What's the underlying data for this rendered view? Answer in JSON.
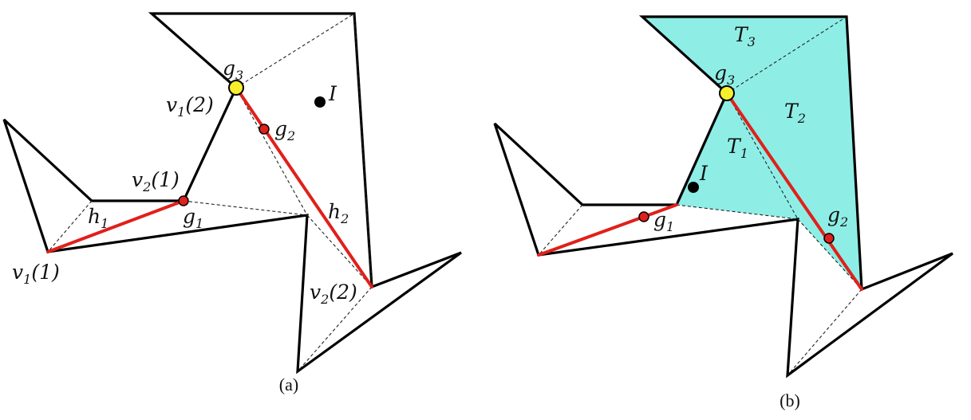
{
  "colors": {
    "line": "#000000",
    "path": "#e0201b",
    "guard_red": "#e0201b",
    "guard_yellow": "#f7ef2e",
    "triangle_fill": "#8eeee6",
    "dashed": "#222222"
  },
  "panels": [
    {
      "caption": "(a)",
      "labels": {
        "g3": {
          "main": "g",
          "sub": "3"
        },
        "g2": {
          "main": "g",
          "sub": "2"
        },
        "g1": {
          "main": "g",
          "sub": "1"
        },
        "I": {
          "main": "I"
        },
        "v1_2": {
          "main": "v",
          "sub": "1",
          "tail": "(2)"
        },
        "v2_1": {
          "main": "v",
          "sub": "2",
          "tail": "(1)"
        },
        "h1": {
          "main": "h",
          "sub": "1"
        },
        "h2": {
          "main": "h",
          "sub": "2"
        },
        "v1_1": {
          "main": "v",
          "sub": "1",
          "tail": "(1)"
        },
        "v2_2": {
          "main": "v",
          "sub": "2",
          "tail": "(2)"
        }
      }
    },
    {
      "caption": "(b)",
      "labels": {
        "T3": {
          "main": "T",
          "sub": "3"
        },
        "g3": {
          "main": "g",
          "sub": "3"
        },
        "T2": {
          "main": "T",
          "sub": "2"
        },
        "T1": {
          "main": "T",
          "sub": "1"
        },
        "I": {
          "main": "I"
        },
        "g1": {
          "main": "g",
          "sub": "1"
        },
        "g2": {
          "main": "g",
          "sub": "2"
        }
      }
    }
  ]
}
